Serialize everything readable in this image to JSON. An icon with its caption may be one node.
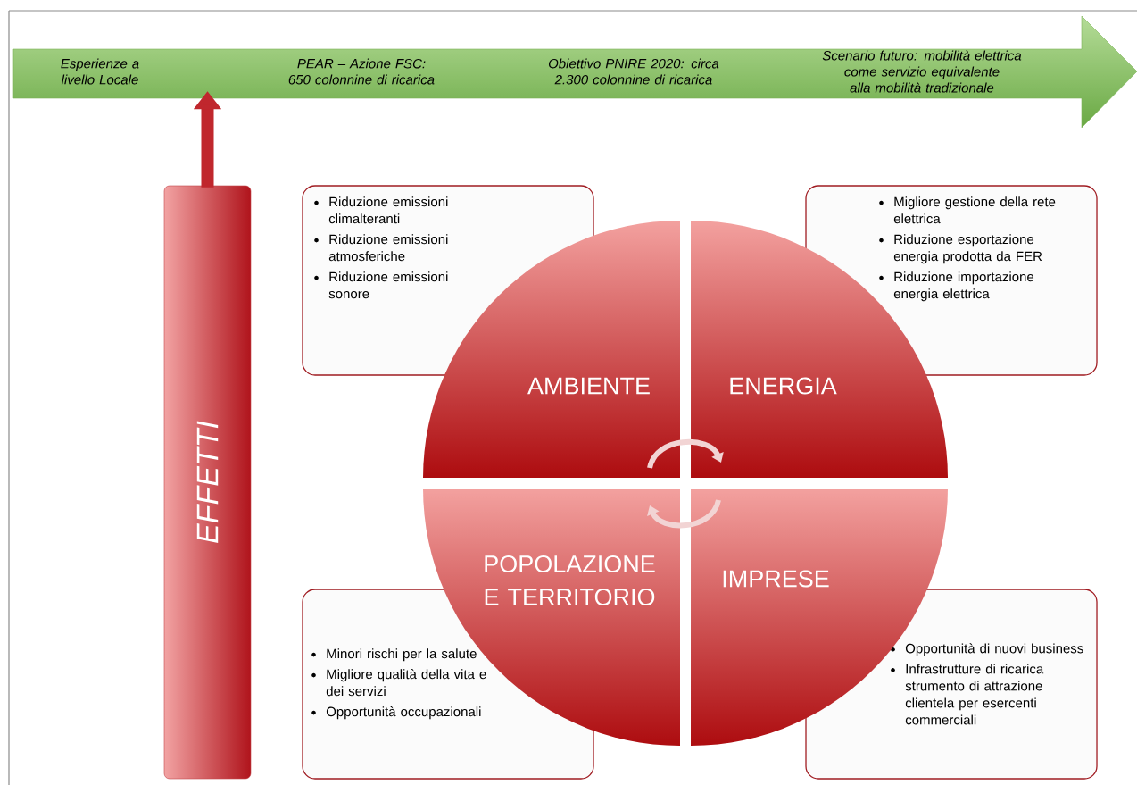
{
  "diagram": {
    "nodes": [
      {
        "text": [
          "Esperienze a livello Locale",
          "PEAR – Azione FSC: 650 colonnine di ricarica",
          "Obiettivo PNIRE 2020: circa 2.300 colonnine di ricarica",
          "Scenario futuro: mobilità elettrica come servizio equivalente alla mobilità tradizionale"
        ]
      },
      {
        "text": [
          "EFFETTI"
        ]
      },
      {
        "text": [
          "Riduzione emissioni climalteranti",
          "Riduzione emissioni atmosferiche",
          "Riduzione emissioni sonore"
        ]
      },
      {
        "text": [
          "Migliore gestione della rete elettrica",
          "Riduzione esportazione energia prodotta da FER",
          "Riduzione importazione energia elettrica"
        ]
      },
      {
        "text": [
          "AMBIENTE"
        ]
      },
      {
        "text": [
          "ENERGIA"
        ]
      },
      {
        "text": [
          "POPOLAZIONE E TERRITORIO"
        ]
      },
      {
        "text": [
          "IMPRESE"
        ]
      },
      {
        "text": [
          "Minori rischi per la salute",
          "Migliore qualità della vita e dei servizi",
          "Opportunità occupazionali"
        ]
      },
      {
        "text": [
          "Opportunità di nuovi business",
          "Infrastrutture di ricarica strumento di attrazione clientela per esercenti commerciali"
        ]
      }
    ],
    "edges": [
      {
        "from": 1,
        "to": 0,
        "arrow": "to"
      }
    ]
  }
}
